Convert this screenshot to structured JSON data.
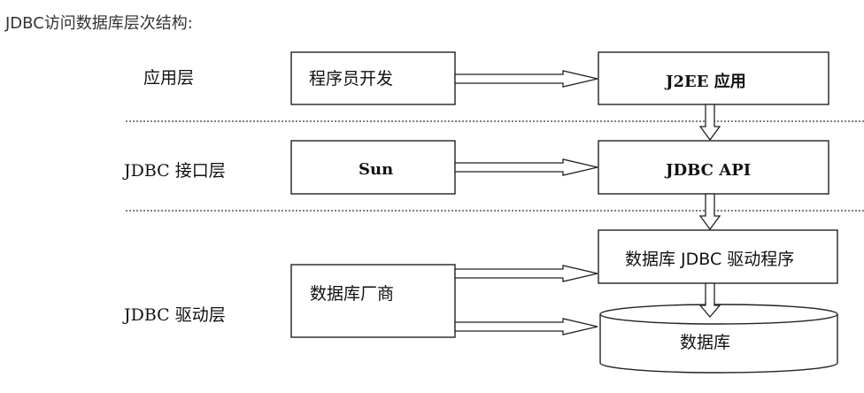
{
  "heading": "JDBC访问数据库层次结构:",
  "layers": {
    "app": "应用层",
    "interface": "JDBC 接口层",
    "driver": "JDBC 驱动层"
  },
  "nodes": {
    "programmer": "程序员开发",
    "j2ee": "J2EE 应用",
    "sun": "Sun",
    "jdbc_api": "JDBC API",
    "vendor": "数据库厂商",
    "jdbc_driver": "数据库 JDBC 驱动程序",
    "database": "数据库"
  },
  "edges": [
    {
      "from": "programmer",
      "to": "j2ee"
    },
    {
      "from": "j2ee",
      "to": "jdbc_api"
    },
    {
      "from": "sun",
      "to": "jdbc_api"
    },
    {
      "from": "jdbc_api",
      "to": "jdbc_driver"
    },
    {
      "from": "vendor",
      "to": "jdbc_driver"
    },
    {
      "from": "vendor",
      "to": "database"
    },
    {
      "from": "jdbc_driver",
      "to": "database"
    }
  ]
}
